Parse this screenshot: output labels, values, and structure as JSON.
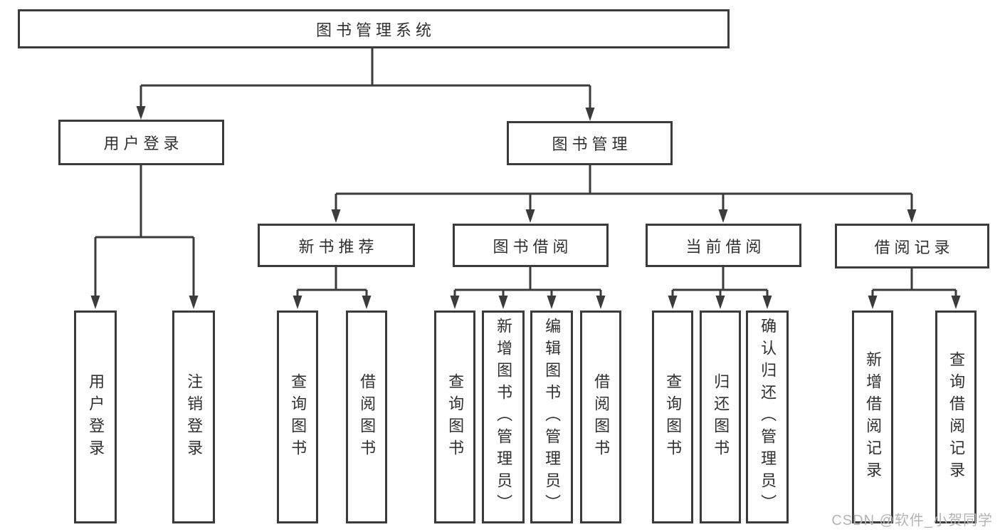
{
  "diagram": {
    "title": "图书管理系统",
    "level1": [
      {
        "label": "用户登录"
      },
      {
        "label": "图书管理"
      }
    ],
    "level2": [
      {
        "label": "新书推荐"
      },
      {
        "label": "图书借阅"
      },
      {
        "label": "当前借阅"
      },
      {
        "label": "借阅记录"
      }
    ],
    "leaves": {
      "login": [
        {
          "label": "用户登录"
        },
        {
          "label": "注销登录"
        }
      ],
      "newbook": [
        {
          "label": "查询图书"
        },
        {
          "label": "借阅图书"
        }
      ],
      "borrow": [
        {
          "label": "查询图书"
        },
        {
          "label": "新增图书（管理员）"
        },
        {
          "label": "编辑图书（管理员）"
        },
        {
          "label": "借阅图书"
        }
      ],
      "current": [
        {
          "label": "查询图书"
        },
        {
          "label": "归还图书"
        },
        {
          "label": "确认归还（管理员）"
        }
      ],
      "records": [
        {
          "label": "新增借阅记录"
        },
        {
          "label": "查询借阅记录"
        }
      ]
    }
  },
  "watermark": {
    "text": "CSDN @软件_小贺同学"
  },
  "colors": {
    "line": "#3b3b3b",
    "box_border": "#3b3b3b",
    "text": "#303030",
    "watermark": "#b4b4b4",
    "background": "#ffffff"
  }
}
